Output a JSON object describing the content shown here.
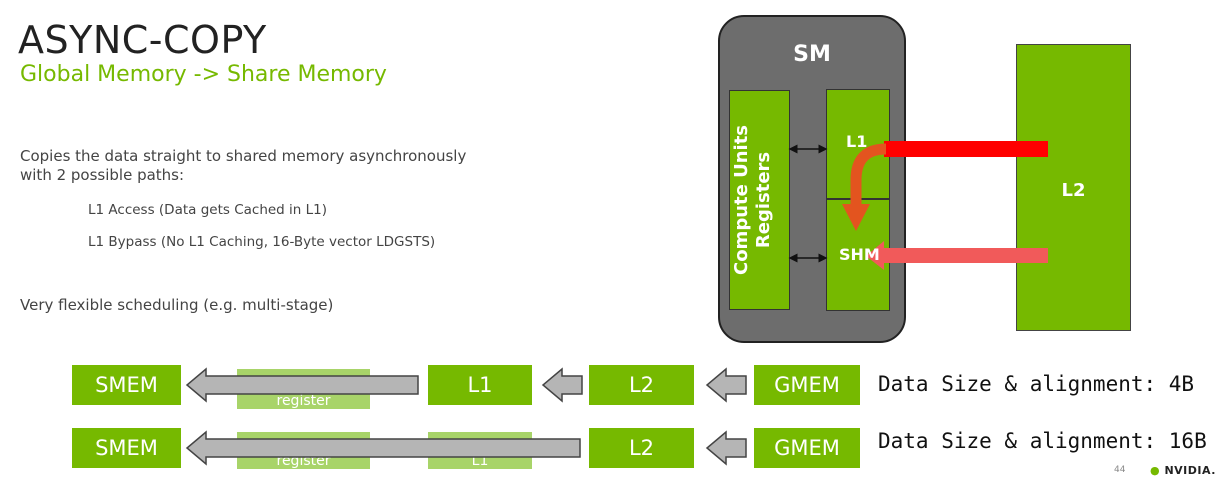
{
  "header": {
    "title": "ASYNC-COPY",
    "subtitle": "Global Memory -> Share Memory"
  },
  "description": {
    "intro_line1": "Copies the data straight to shared memory asynchronously",
    "intro_line2": "with 2 possible paths:",
    "path1": "L1 Access (Data gets Cached in L1)",
    "path2": "L1 Bypass (No L1 Caching, 16-Byte vector LDGSTS)",
    "scheduling": "Very flexible scheduling (e.g. multi-stage)"
  },
  "diagram": {
    "sm_label": "SM",
    "compute_line1": "Compute Units",
    "compute_line2": "Registers",
    "l1_label": "L1",
    "shm_label": "SHM",
    "l2_label": "L2"
  },
  "path_row1": {
    "smem": "SMEM",
    "register": "register",
    "l1": "L1",
    "l2": "L2",
    "gmem": "GMEM",
    "size_label": "Data Size & alignment: 4B"
  },
  "path_row2": {
    "smem": "SMEM",
    "register": "register",
    "l1": "L1",
    "l2": "L2",
    "gmem": "GMEM",
    "size_label": "Data Size & alignment: 16B"
  },
  "footer": {
    "page_number": "44",
    "brand": "NVIDIA."
  },
  "colors": {
    "accent_green": "#76b900",
    "sm_gray": "#6d6d6d",
    "arrow_red": "#ff0000",
    "arrow_light_red": "#f15a5a",
    "arrow_orange": "#e3541f"
  }
}
